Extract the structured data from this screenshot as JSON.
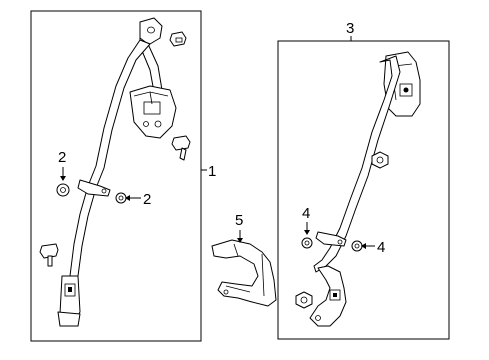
{
  "callouts": {
    "c1": "1",
    "c2a": "2",
    "c2b": "2",
    "c3": "3",
    "c4a": "4",
    "c4b": "4",
    "c5": "5"
  }
}
